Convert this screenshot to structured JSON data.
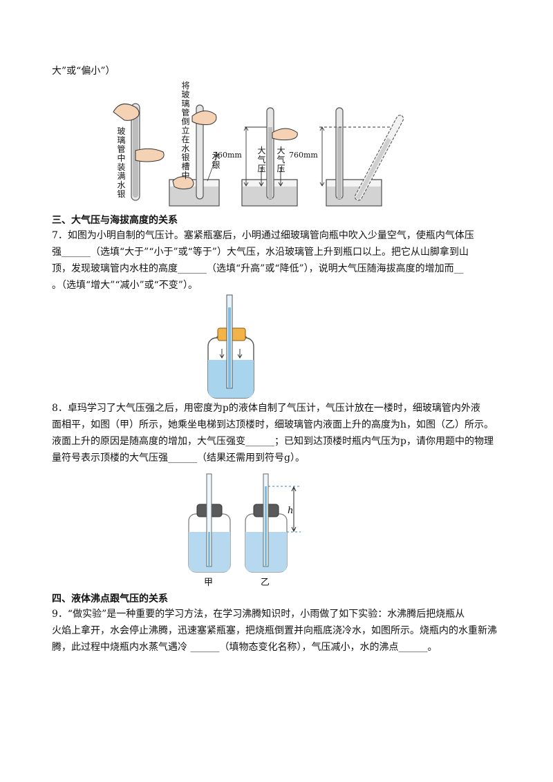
{
  "top_line": "大”或“偏小”）",
  "fig_torricelli": {
    "label_fill": "玻璃管中装满水银",
    "label_invert": "将玻璃管倒立在水银槽中",
    "label_mercury": "水银",
    "label_atm1": "大气压",
    "label_atm2": "大气压",
    "label_760a": "760mm",
    "label_760b": "760mm"
  },
  "section3": {
    "heading": "三、大气压与海拔高度的关系",
    "q7_line1": "7．如图为小明自制的气压计。塞紧瓶塞后，小明通过细玻璃管向瓶中吹入少量空气，使瓶内气体压",
    "q7_line2": "强______（选填“大于”“小于”或“等于”）大气压，水沿玻璃管上升到瓶口以上。把它从山脚拿到山",
    "q7_line3": "顶，发现玻璃管内水柱的高度______（选填“升高”或“降低”），说明大气压随海拔高度的增加而__",
    "q7_line4": "。（选填“增大”“减小”或“不变”）。",
    "q8_line1": "8．卓玛学习了大气压强之后，用密度为p的液体自制了气压计，气压计放在一楼时，细玻璃管内外液",
    "q8_line2": "面相平，如图（甲）所示，她乘坐电梯到达顶楼时，细玻璃管内液面上升的高度为h，如图（乙）所示。",
    "q8_line3": "液面上升的原因是随高度的增加，大气压强变______；已知到达顶楼时瓶内气压为p，请你用题中的物理",
    "q8_line4": "量符号表示顶楼的大气压强______（结果还需用到符号g）。",
    "fig8_label_jia": "甲",
    "fig8_label_yi": "乙",
    "fig8_label_h": "h"
  },
  "section4": {
    "heading": "四、液体沸点跟气压的关系",
    "q9_line1": "9．“做实验”是一种重要的学习方法，在学习沸腾知识时，小雨做了如下实验：水沸腾后把烧瓶从",
    "q9_line2": "火焰上拿开，水会停止沸腾，迅速塞紧瓶塞，把烧瓶倒置并向瓶底浇冷水，如图所示。烧瓶内的水重新沸",
    "q9_line3": "腾，此过程中烧瓶内水蒸气遇冷 ______（填物态变化名称），气压减小，水的沸点______。"
  },
  "colors": {
    "water": "#a9d4ee",
    "cork": "#f2b447",
    "skin": "#f6d2b4"
  }
}
